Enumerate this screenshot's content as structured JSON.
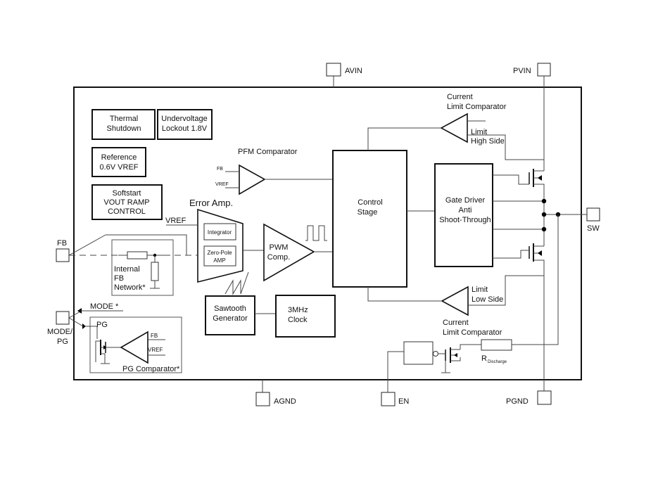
{
  "pins": {
    "avin": "AVIN",
    "pvin": "PVIN",
    "fb": "FB",
    "sw": "SW",
    "mode_pg_line1": "MODE/",
    "mode_pg_line2": "PG",
    "agnd": "AGND",
    "en": "EN",
    "pgnd": "PGND"
  },
  "blocks": {
    "thermal": [
      "Thermal",
      "Shutdown"
    ],
    "uvlo": [
      "Undervoltage",
      "Lockout 1.8V"
    ],
    "reference": [
      "Reference",
      "0.6V VREF"
    ],
    "softstart": [
      "Softstart",
      "VOUT RAMP",
      "CONTROL"
    ],
    "control_stage": [
      "Control",
      "Stage"
    ],
    "gate_driver": [
      "Gate Driver",
      "Anti",
      "Shoot-Through"
    ],
    "sawtooth": [
      "Sawtooth",
      "Generator"
    ],
    "clock": [
      "3MHz",
      "Clock"
    ],
    "pwm_comp": [
      "PWM",
      "Comp."
    ],
    "integrator": "Integrator",
    "zero_pole": [
      "Zero-Pole",
      "AMP"
    ]
  },
  "labels": {
    "pfm_comparator": "PFM Comparator",
    "pfm_fb": "FB",
    "pfm_vref": "VREF",
    "error_amp": "Error Amp.",
    "vref": "VREF",
    "internal_fb": [
      "Internal",
      "FB",
      "Network*"
    ],
    "mode": "MODE *",
    "pg": "PG",
    "pg_fb": "FB",
    "pg_vref": "VREF",
    "pg_comparator": "PG Comparator*",
    "current_limit_top": [
      "Current",
      "Limit Comparator"
    ],
    "limit_high": [
      "Limit",
      "High Side"
    ],
    "limit_low": [
      "Limit",
      "Low Side"
    ],
    "current_limit_bottom": [
      "Current",
      "Limit Comparator"
    ],
    "r_discharge": "R",
    "r_discharge_sub": "Discharge"
  },
  "colors": {
    "line": "#444444",
    "box": "#111111"
  }
}
